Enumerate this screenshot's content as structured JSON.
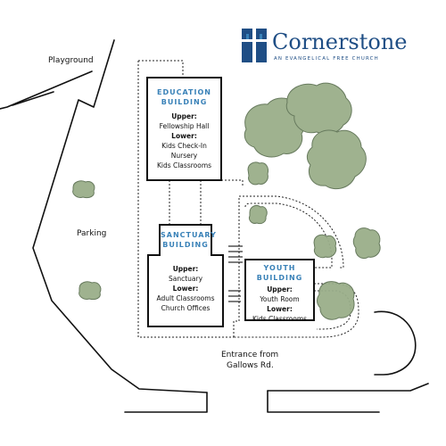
{
  "logo": {
    "name": "Cornerstone",
    "tagline": "AN EVANGELICAL FREE CHURCH",
    "color": "#1f4e85",
    "accent": "#3a82b8"
  },
  "map_labels": {
    "playground": "Playground",
    "parking": "Parking",
    "entrance_line1": "Entrance from",
    "entrance_line2": "Gallows Rd."
  },
  "buildings": {
    "education": {
      "title_line1": "EDUCATION",
      "title_line2": "BUILDING",
      "upper_label": "Upper:",
      "upper_items": [
        "Fellowship Hall"
      ],
      "lower_label": "Lower:",
      "lower_items": [
        "Kids Check-In",
        "Nursery",
        "Kids Classrooms"
      ]
    },
    "sanctuary": {
      "title_line1": "SANCTUARY",
      "title_line2": "BUILDING",
      "upper_label": "Upper:",
      "upper_items": [
        "Sanctuary"
      ],
      "lower_label": "Lower:",
      "lower_items": [
        "Adult Classrooms",
        "Church Offices"
      ]
    },
    "youth": {
      "title_line1": "YOUTH",
      "title_line2": "BUILDING",
      "upper_label": "Upper:",
      "upper_items": [
        "Youth Room"
      ],
      "lower_label": "Lower:",
      "lower_items": [
        "Kids Classrooms"
      ]
    }
  },
  "colors": {
    "tree_fill": "#9aae8a",
    "tree_stroke": "#5f7355",
    "title_blue": "#3a82b8",
    "line": "#111111"
  }
}
